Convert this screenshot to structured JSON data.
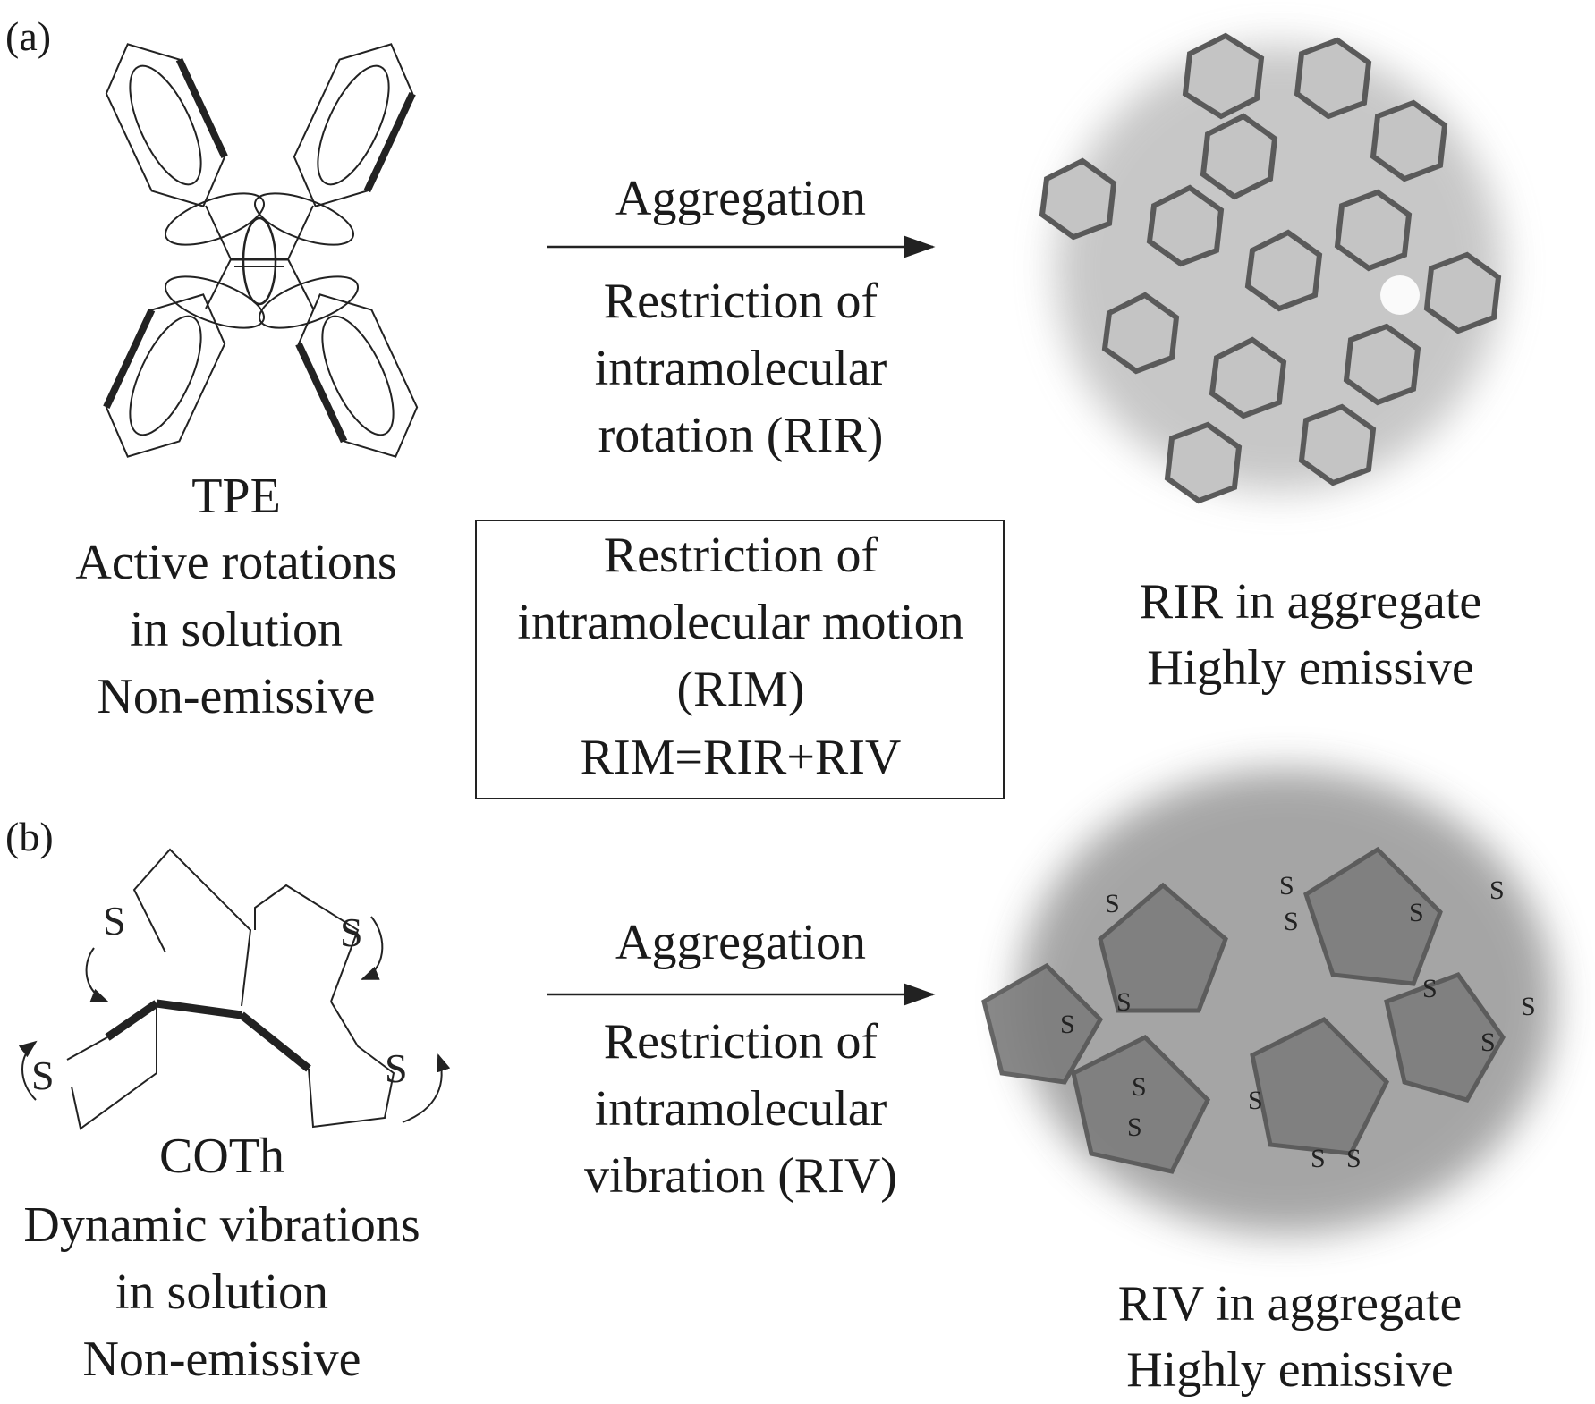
{
  "panels": {
    "a": {
      "label": "(a)",
      "molecule": {
        "name": "TPE",
        "lines": [
          "Active rotations",
          "in solution",
          "Non-emissive"
        ]
      },
      "arrow": {
        "above": "Aggregation",
        "below": [
          "Restriction of",
          "intramolecular",
          "rotation (RIR)"
        ]
      },
      "result": {
        "lines": [
          "RIR in aggregate",
          "Highly emissive"
        ]
      }
    },
    "b": {
      "label": "(b)",
      "molecule": {
        "name": "COTh",
        "lines": [
          "Dynamic vibrations",
          "in solution",
          "Non-emissive"
        ],
        "atom_label": "S"
      },
      "arrow": {
        "above": "Aggregation",
        "below": [
          "Restriction of",
          "intramolecular",
          "vibration (RIV)"
        ]
      },
      "result": {
        "lines": [
          "RIV in aggregate",
          "Highly emissive"
        ]
      }
    }
  },
  "center_box": {
    "lines": [
      "Restriction of",
      "intramolecular motion",
      "(RIM)",
      "RIM=RIR+RIV"
    ]
  }
}
